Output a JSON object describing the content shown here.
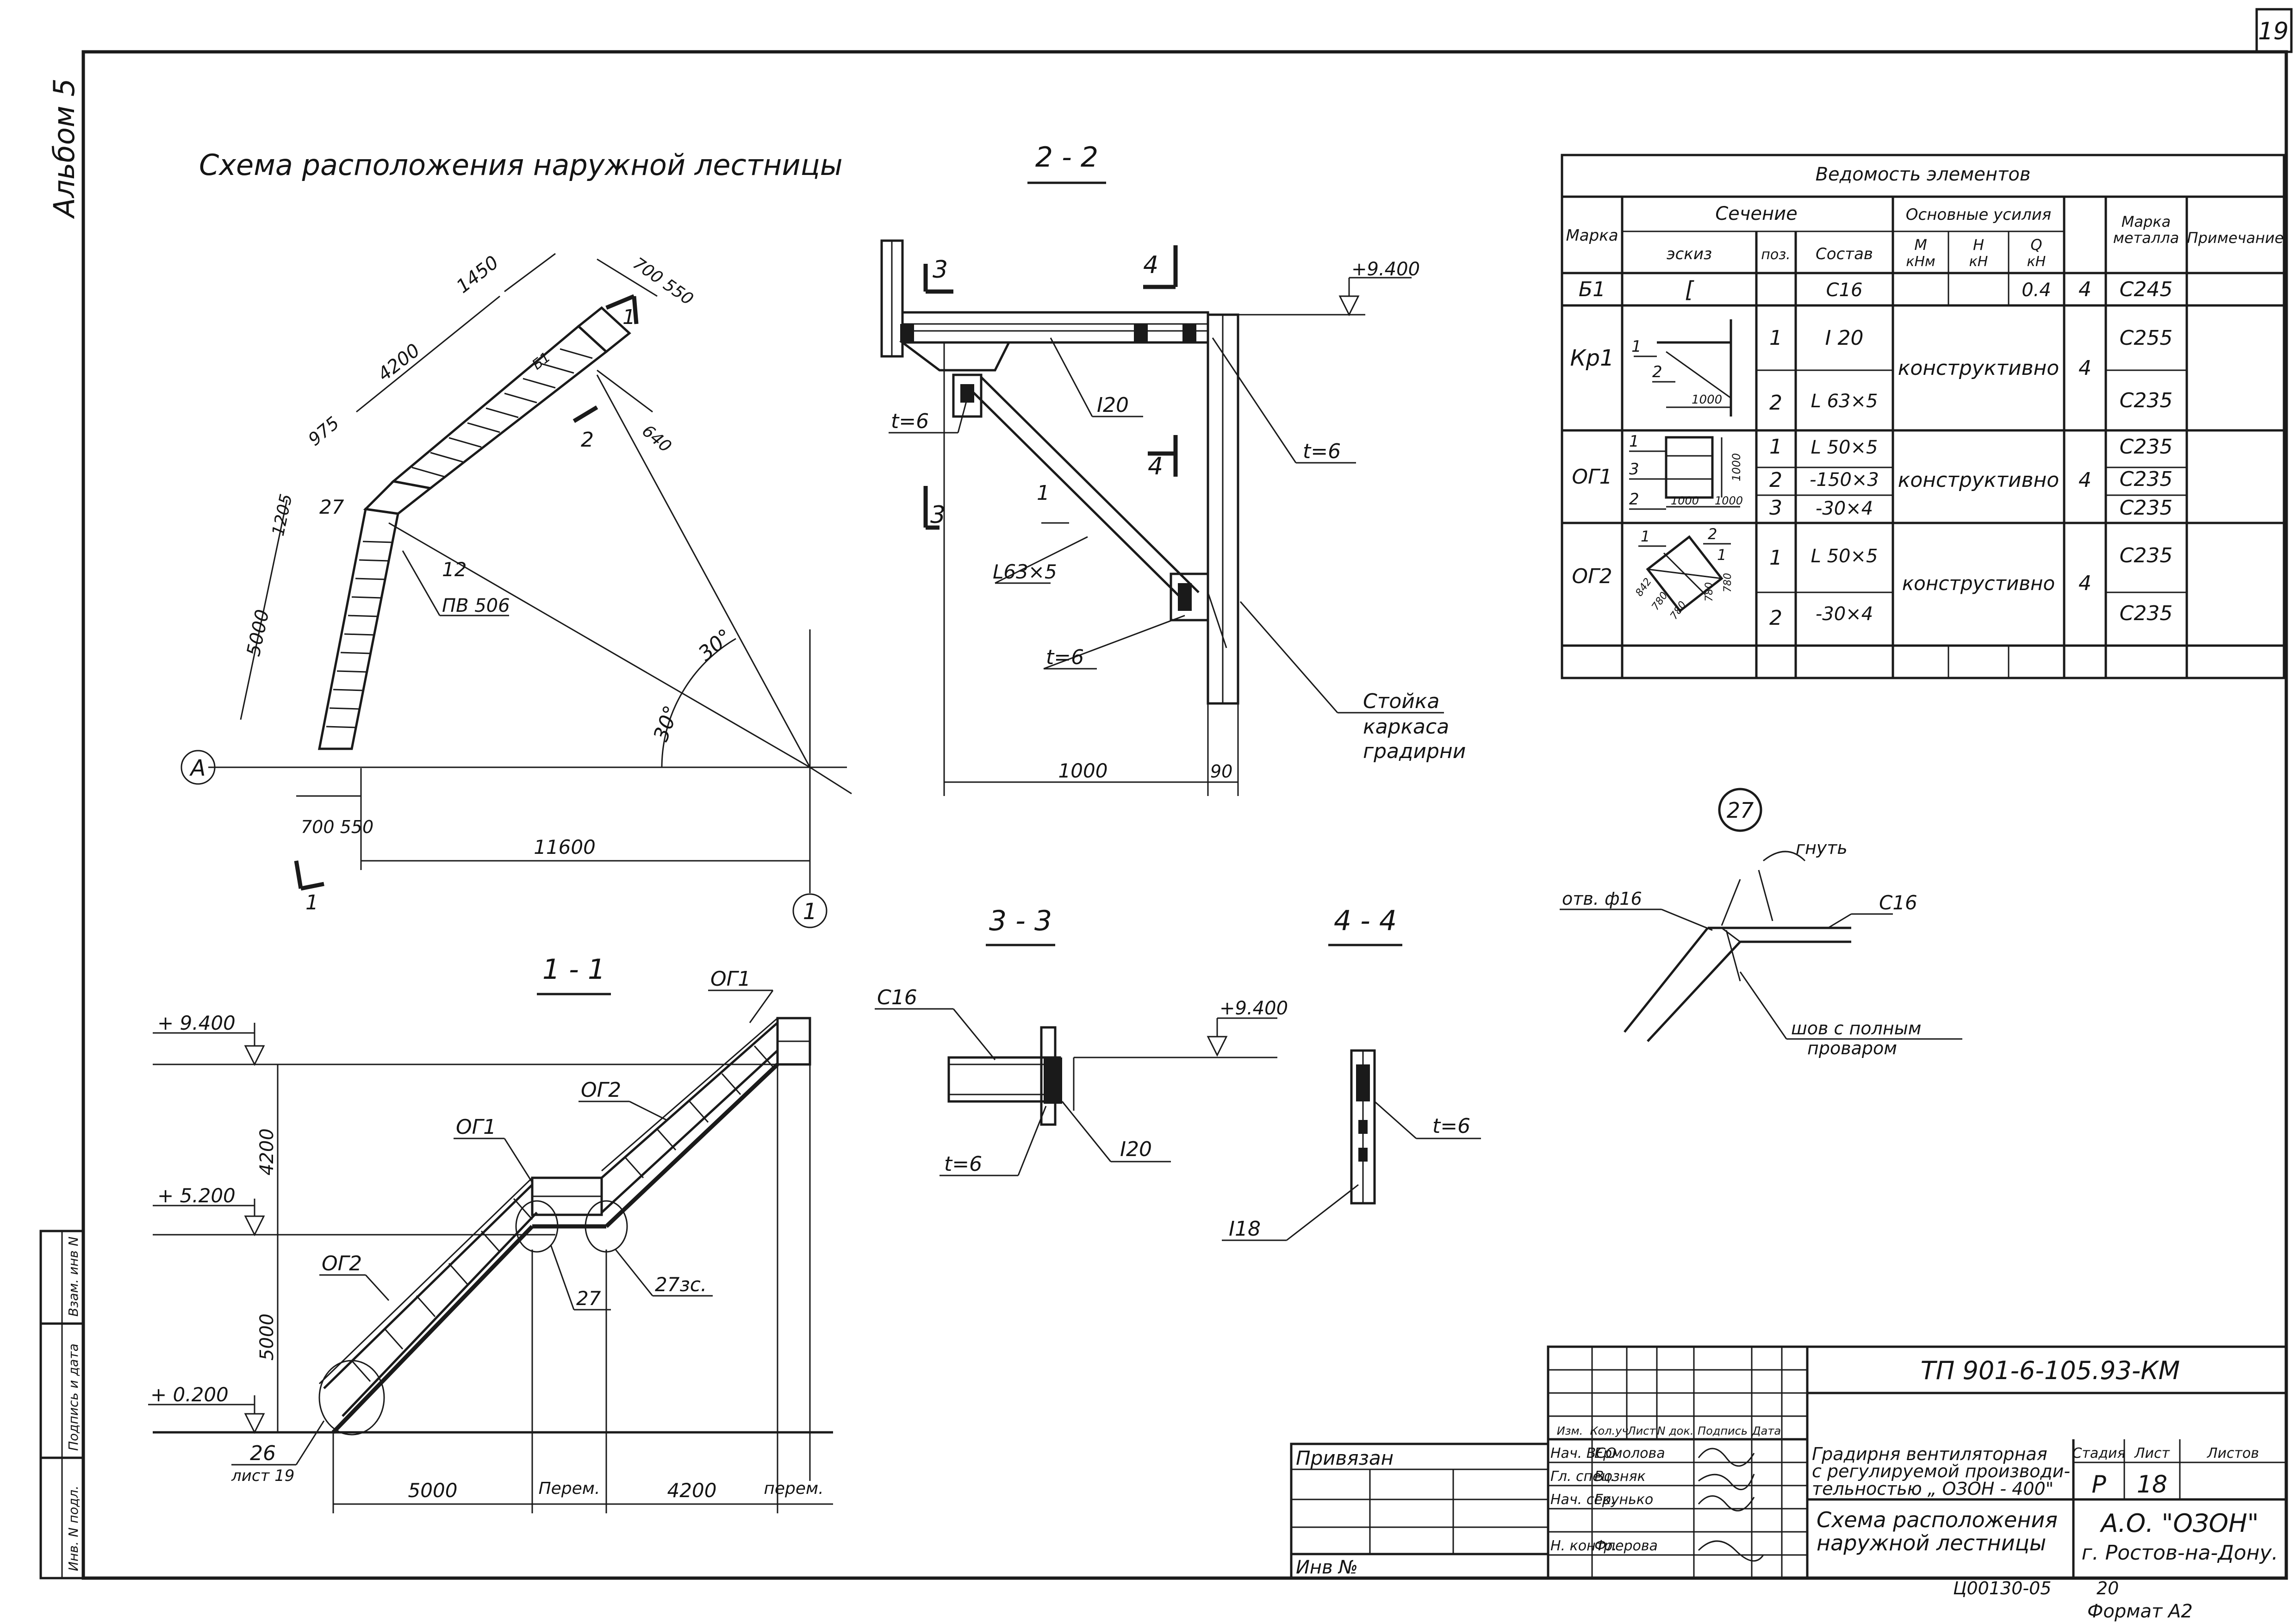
{
  "sheet": {
    "page_number": "19",
    "album": "Альбом 5",
    "format": "Формат А2",
    "stamp_code": "Ц00130-05",
    "stamp_number": "20"
  },
  "main_title": "Схема расположения наружной лестницы",
  "plan": {
    "dim_1450": "1450",
    "dim_700_550_top": "700 550",
    "dim_4200": "4200",
    "dim_975": "975",
    "dim_1205": "1205",
    "dim_5000": "5000",
    "dim_640": "640",
    "dim_700_550_bottom": "700 550",
    "dim_11600": "11600",
    "angle_1": "30°",
    "angle_2": "30°",
    "axis_a": "А",
    "axis_1": "1",
    "ref_27": "27",
    "ref_12": "12",
    "ref_pv506": "ПВ 506",
    "mark_b1": "Б1",
    "cut_1_top": "1",
    "cut_1_bottom": "1",
    "cut_2": "2"
  },
  "section_2_2": {
    "title": "2 - 2",
    "cut_3_top": "3",
    "cut_3_bottom": "3",
    "cut_4_top": "4",
    "cut_4_mid": "4",
    "level": "+9.400",
    "i20": "I20",
    "t6_left": "t=6",
    "t6_right": "t=6",
    "t6_bottom": "t=6",
    "l63": "L63×5",
    "marker_1": "1",
    "dim_1000": "1000",
    "dim_90": "90",
    "post_1": "Стойка",
    "post_2": "каркаса",
    "post_3": "градирни"
  },
  "section_1_1": {
    "title": "1 - 1",
    "level_9400": "+ 9.400",
    "level_5200": "+ 5.200",
    "level_0200": "+ 0.200",
    "dim_4200": "4200",
    "dim_5000_v": "5000",
    "og1_top": "ОГ1",
    "og1_mid": "ОГ1",
    "og2_upper": "ОГ2",
    "og2_lower": "ОГ2",
    "ref_27": "27",
    "ref_27mirror": "27зс.",
    "ref_26": "26",
    "ref_sheet19": "лист 19",
    "dim_5000_h": "5000",
    "dim_perem_1": "Перем.",
    "dim_4200_h": "4200",
    "dim_perem_2": "перем."
  },
  "section_3_3": {
    "title": "3 - 3",
    "c16": "С16",
    "t6": "t=6",
    "i20": "I20"
  },
  "section_4_4": {
    "title": "4 - 4",
    "level": "+9.400",
    "t6": "t=6",
    "i18": "I18"
  },
  "node_27": {
    "label": "27",
    "bend": "гнуть",
    "hole": "отв. ф16",
    "c16": "С16",
    "weld_1": "шов с полным",
    "weld_2": "проваром"
  },
  "spec_table": {
    "title": "Ведомость элементов",
    "h_mark": "Марка",
    "h_section": "Сечение",
    "h_forces": "Основные усилия",
    "h_metal_1": "Марка",
    "h_metal_2": "металла",
    "h_note": "Примечание",
    "h_sketch": "эскиз",
    "h_pos": "поз.",
    "h_comp": "Состав",
    "h_m_1": "М",
    "h_m_2": "кНм",
    "h_n_1": "Н",
    "h_n_2": "кН",
    "h_q_1": "Q",
    "h_q_2": "кН",
    "b1_mark": "Б1",
    "b1_sketch": "[",
    "b1_comp": "С16",
    "b1_q": "0.4",
    "b1_qty": "4",
    "b1_metal": "С245",
    "kr1_mark": "Кр1",
    "kr1_pos1": "1",
    "kr1_comp1": "I 20",
    "kr1_metal1": "С255",
    "kr1_pos2": "2",
    "kr1_comp2": "L 63×5",
    "kr1_metal2": "С235",
    "kr1_forces": "конструктивно",
    "kr1_qty": "4",
    "kr1_sk_1": "1",
    "kr1_sk_2": "2",
    "kr1_sk_1000": "1000",
    "og1_mark": "ОГ1",
    "og1_pos1": "1",
    "og1_comp1": "L 50×5",
    "og1_metal1": "С235",
    "og1_pos2": "2",
    "og1_comp2": "-150×3",
    "og1_metal2": "С235",
    "og1_pos3": "3",
    "og1_comp3": "-30×4",
    "og1_metal3": "С235",
    "og1_forces": "конструктивно",
    "og1_qty": "4",
    "og1_sk_1": "1",
    "og1_sk_3": "3",
    "og1_sk_2": "2",
    "og1_sk_1000a": "1000",
    "og1_sk_1000b": "1000",
    "og1_sk_1000c": "1000",
    "og2_mark": "ОГ2",
    "og2_pos1": "1",
    "og2_comp1": "L 50×5",
    "og2_metal1": "С235",
    "og2_pos2": "2",
    "og2_comp2": "-30×4",
    "og2_metal2": "С235",
    "og2_forces": "конструстивно",
    "og2_qty": "4",
    "og2_sk_1": "1",
    "og2_sk_2": "2",
    "og2_sk_1b": "1",
    "og2_sk_d1": "780",
    "og2_sk_d2": "780",
    "og2_sk_d3": "780",
    "og2_sk_d4": "780",
    "og2_sk_d5": "842"
  },
  "title_block": {
    "doc_code": "ТП 901-6-105.93-КМ",
    "bound": "Привязан",
    "inv": "Инв №",
    "h_izm": "Изм.",
    "h_kolu": "Кол.уч",
    "h_list": "Лист",
    "h_ndok": "N док.",
    "h_podp": "Подпись",
    "h_data": "Дата",
    "r1_role": "Нач. ВСО",
    "r1_name": "Ермолова",
    "r2_role": "Гл. спец.",
    "r2_name": "Возняк",
    "r3_role": "Нач. сек.",
    "r3_name": "Грунько",
    "r4_role": "Н. контр.",
    "r4_name": "Флерова",
    "proj_1": "Градирня вентиляторная",
    "proj_2": "с регулируемой производи-",
    "proj_3": "тельностью „ ОЗОН - 400\"",
    "drawing_1": "Схема расположения",
    "drawing_2": "наружной лестницы",
    "h_stage": "Стадия",
    "h_sheet": "Лист",
    "h_sheets": "Листов",
    "stage": "Р",
    "sheet": "18",
    "org_1": "А.О.  \"ОЗОН\"",
    "org_2": "г. Ростов-на-Дону."
  },
  "margin_stamps": {
    "inv_podl": "Инв. N подл.",
    "podp_data": "Подпись и дата",
    "vzam": "Взам. инв N"
  }
}
